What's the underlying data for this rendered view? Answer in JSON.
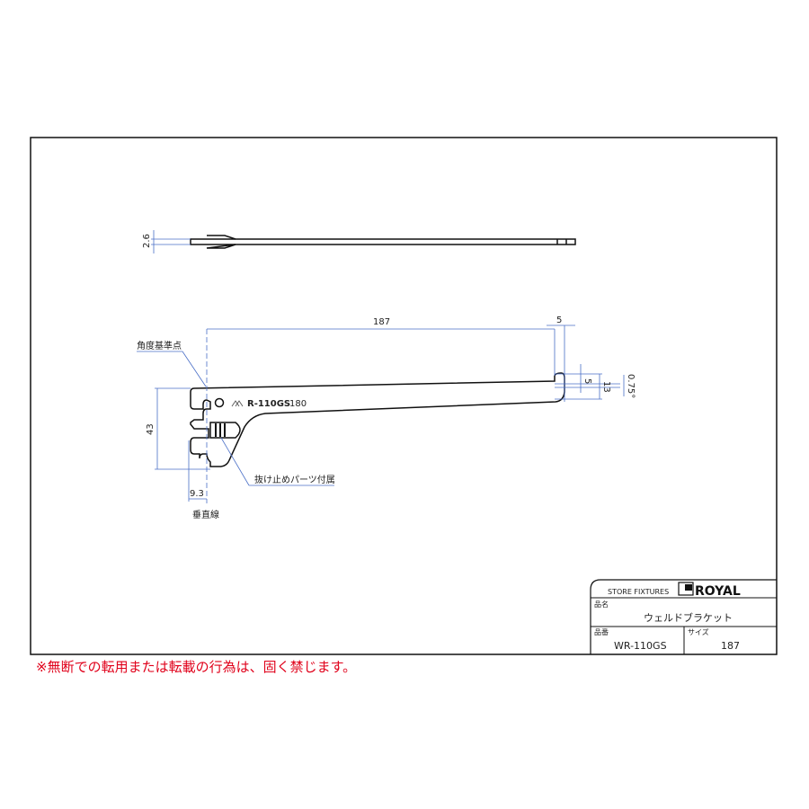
{
  "dimensions": {
    "thickness": "2.6",
    "length": "187",
    "hook_width": "5",
    "hook_height": "5",
    "hook_total": "13",
    "angle": "0.75°",
    "height": "43",
    "offset": "9.3"
  },
  "labels": {
    "angle_reference": "角度基準点",
    "stopper_part": "抜け止めパーツ付属",
    "vertical_line": "垂直線",
    "stamp_model": "R-110GS",
    "stamp_size": "180"
  },
  "title_block": {
    "store_fixtures": "STORE FIXTURES",
    "brand": "ROYAL",
    "product_name_label": "品名",
    "product_name": "ウェルドブラケット",
    "product_code_label": "品番",
    "product_code": "WR-110GS",
    "size_label": "サイズ",
    "size": "187"
  },
  "notice": "※無断での転用または転載の行為は、固く禁じます。",
  "colors": {
    "dimension": "#4a6fc7",
    "notice": "#e0001a"
  }
}
